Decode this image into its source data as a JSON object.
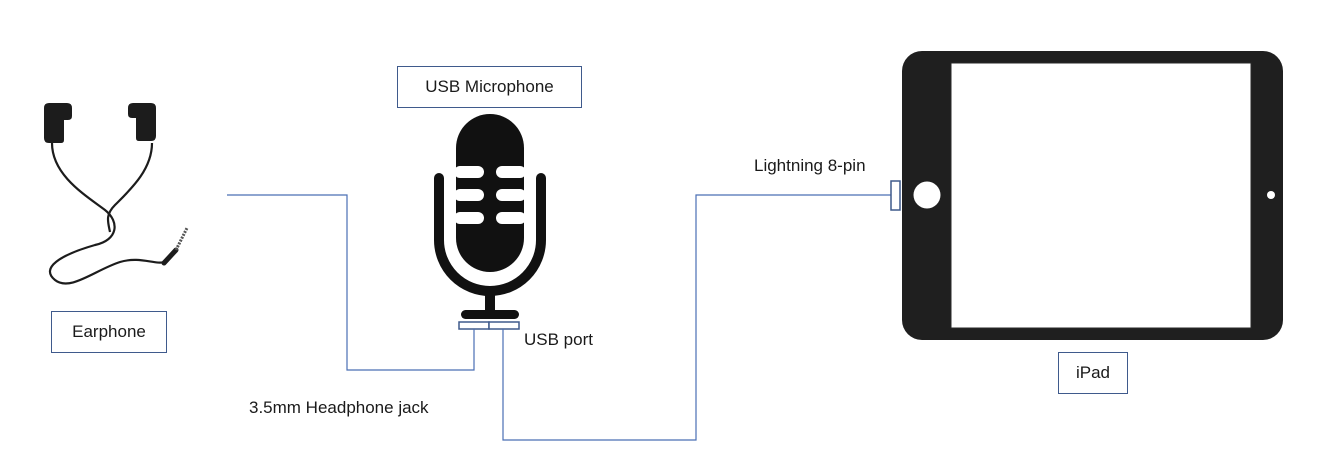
{
  "diagram": {
    "colors": {
      "wire": "#4a6fb5",
      "box_border": "#3f5a8c",
      "device": "#1c1c1c",
      "background": "#ffffff"
    },
    "devices": [
      {
        "id": "earphone",
        "label": "Earphone",
        "icon": "earphones-icon"
      },
      {
        "id": "usb-microphone",
        "label": "USB Microphone",
        "icon": "microphone-icon"
      },
      {
        "id": "ipad",
        "label": "iPad",
        "icon": "tablet-icon"
      }
    ],
    "ports": {
      "headphone_jack": "3.5mm Headphone jack",
      "usb_port": "USB port",
      "lightning": "Lightning 8-pin"
    },
    "connections": [
      {
        "from": "Earphone",
        "to": "USB Microphone",
        "via": "3.5mm Headphone jack"
      },
      {
        "from": "USB Microphone",
        "to": "iPad",
        "via": "USB port → Lightning 8-pin"
      }
    ]
  }
}
